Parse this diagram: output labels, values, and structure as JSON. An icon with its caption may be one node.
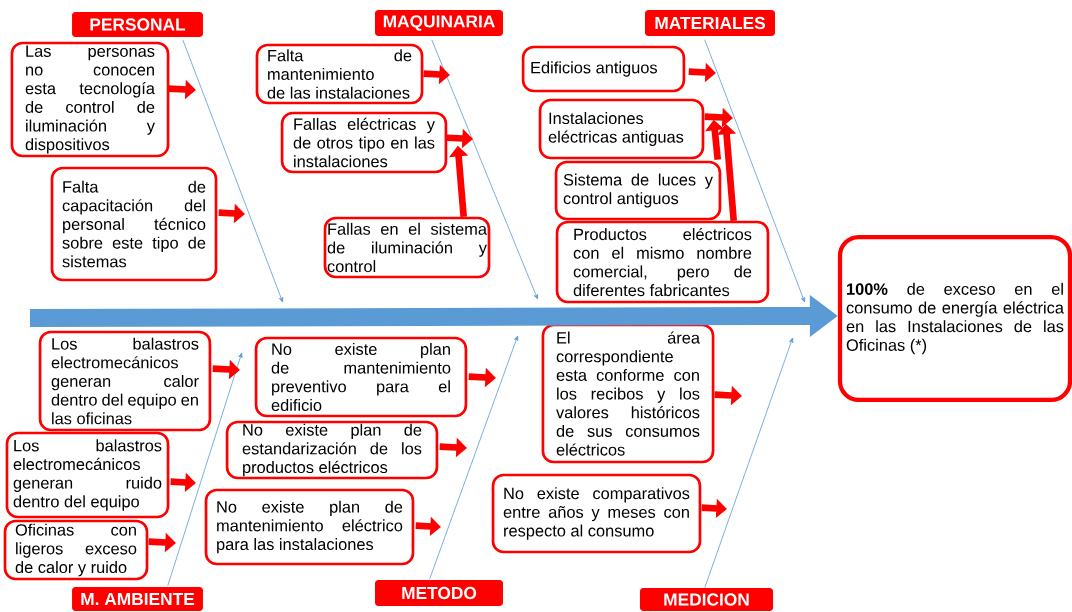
{
  "diagram": {
    "nodes": [
      {
        "text": [
          "PERSONAL"
        ]
      },
      {
        "text": [
          "MAQUINARIA"
        ]
      },
      {
        "text": [
          "MATERIALES"
        ]
      },
      {
        "text": [
          "M. AMBIENTE"
        ]
      },
      {
        "text": [
          "METODO"
        ]
      },
      {
        "text": [
          "MEDICION"
        ]
      },
      {
        "text": [
          "**100%** de exceso en el consumo de energía eléctrica en las Instalaciones de las Oficinas (*)"
        ]
      },
      {
        "text": [
          "Las personas no conocen esta tecnología de control de iluminación y dispositivos"
        ]
      },
      {
        "text": [
          "Falta de capacitación del personal técnico sobre este tipo de sistemas"
        ]
      },
      {
        "text": [
          "Falta de mantenimiento de las instalaciones"
        ]
      },
      {
        "text": [
          "Fallas eléctricas y de otros tipo en las instalaciones"
        ]
      },
      {
        "text": [
          "Fallas en el sistema de iluminación y control"
        ]
      },
      {
        "text": [
          "Edificios  antiguos"
        ]
      },
      {
        "text": [
          "Instalaciones eléctricas antiguas"
        ]
      },
      {
        "text": [
          "Sistema  de luces y control  antiguos"
        ]
      },
      {
        "text": [
          "Productos eléctricos con el mismo nombre comercial, pero de diferentes fabricantes"
        ]
      },
      {
        "text": [
          "Los balastros electromecánicos generan calor dentro del equipo en las oficinas"
        ]
      },
      {
        "text": [
          "Los balastros electromecánicos generan ruido dentro del equipo"
        ]
      },
      {
        "text": [
          "Oficinas con ligeros exceso de calor y ruido"
        ]
      },
      {
        "text": [
          "No existe plan de mantenimiento preventivo para el edificio"
        ]
      },
      {
        "text": [
          "No existe plan de estandarización de los productos eléctricos"
        ]
      },
      {
        "text": [
          "No existe plan de mantenimiento eléctrico para las instalaciones"
        ]
      },
      {
        "text": [
          "El área correspondiente esta conforme con los recibos y los valores históricos de sus consumos eléctricos"
        ]
      },
      {
        "text": [
          "No existe comparativos entre años y meses con respecto al consumo"
        ]
      }
    ],
    "edges": [
      {
        "from": null,
        "to": 6,
        "arrow": "to",
        "style": "thick",
        "color": "#5b9bd5"
      },
      {
        "from": 0,
        "to": null,
        "arrow": "to",
        "color": "#5b9bd5"
      },
      {
        "from": 1,
        "to": null,
        "arrow": "to",
        "color": "#5b9bd5"
      },
      {
        "from": 2,
        "to": null,
        "arrow": "to",
        "color": "#5b9bd5"
      },
      {
        "from": 3,
        "to": null,
        "arrow": "to",
        "color": "#5b9bd5"
      },
      {
        "from": 4,
        "to": null,
        "arrow": "to",
        "color": "#5b9bd5"
      },
      {
        "from": 5,
        "to": null,
        "arrow": "to",
        "color": "#5b9bd5"
      },
      {
        "from": 7,
        "to": null,
        "arrow": "to"
      },
      {
        "from": 8,
        "to": null,
        "arrow": "to"
      },
      {
        "from": 9,
        "to": null,
        "arrow": "to"
      },
      {
        "from": 10,
        "to": null,
        "arrow": "to"
      },
      {
        "from": 11,
        "to": 10,
        "arrow": "to"
      },
      {
        "from": 12,
        "to": null,
        "arrow": "to"
      },
      {
        "from": 13,
        "to": null,
        "arrow": "to"
      },
      {
        "from": 14,
        "to": 13,
        "arrow": "to"
      },
      {
        "from": 15,
        "to": 13,
        "arrow": "to"
      },
      {
        "from": 16,
        "to": null,
        "arrow": "to"
      },
      {
        "from": 17,
        "to": null,
        "arrow": "to"
      },
      {
        "from": 18,
        "to": null,
        "arrow": "to"
      },
      {
        "from": 19,
        "to": null,
        "arrow": "to"
      },
      {
        "from": 20,
        "to": null,
        "arrow": "to"
      },
      {
        "from": 21,
        "to": null,
        "arrow": "to"
      },
      {
        "from": 22,
        "to": null,
        "arrow": "to"
      },
      {
        "from": 23,
        "to": null,
        "arrow": "to"
      }
    ]
  }
}
